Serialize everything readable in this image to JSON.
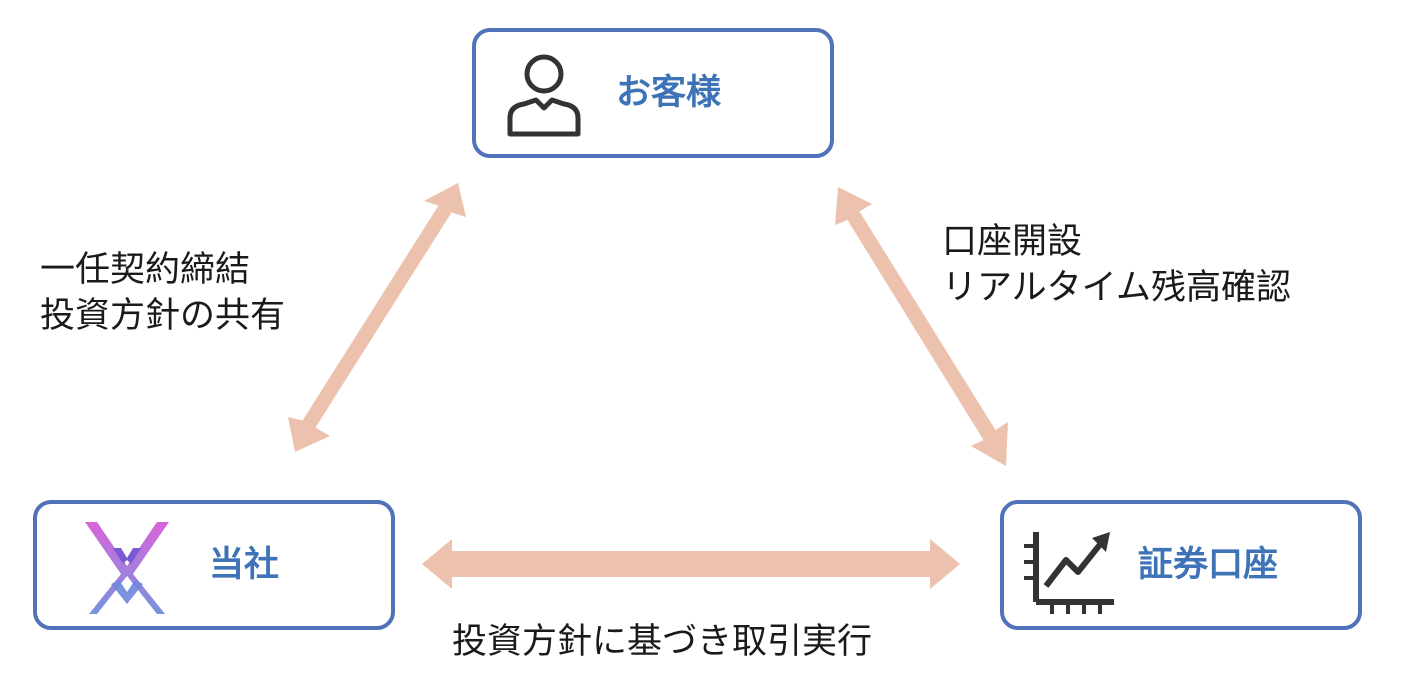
{
  "colors": {
    "node_border": "#4f72b8",
    "node_label": "#3f73b7",
    "arrow": "#ecc1ae",
    "edge_text": "#1a1a1a"
  },
  "nodes": {
    "customer": {
      "label": "お客様",
      "icon": "person-icon"
    },
    "company": {
      "label": "当社",
      "icon": "company-logo-icon"
    },
    "securities": {
      "label": "証券口座",
      "icon": "chart-trend-icon"
    }
  },
  "edges": {
    "company_customer": {
      "lines": [
        "一任契約締結",
        "投資方針の共有"
      ]
    },
    "customer_securities": {
      "lines": [
        "口座開設",
        "リアルタイム残高確認"
      ]
    },
    "company_securities": {
      "lines": [
        "投資方針に基づき取引実行"
      ]
    }
  }
}
